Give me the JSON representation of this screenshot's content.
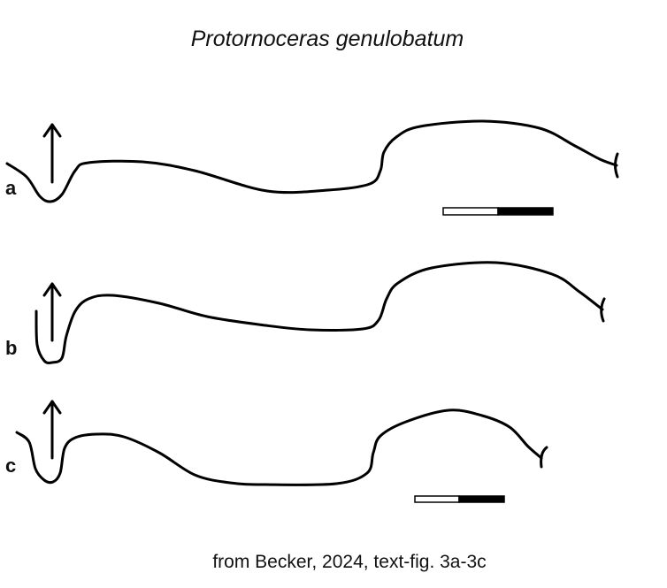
{
  "title": "Protornoceras genulobatum",
  "caption": "from Becker, 2024, text-fig. 3a-3c",
  "sutures": [
    {
      "label": "a"
    },
    {
      "label": "b"
    },
    {
      "label": "c"
    }
  ],
  "colors": {
    "line": "#000000",
    "background": "#ffffff"
  }
}
